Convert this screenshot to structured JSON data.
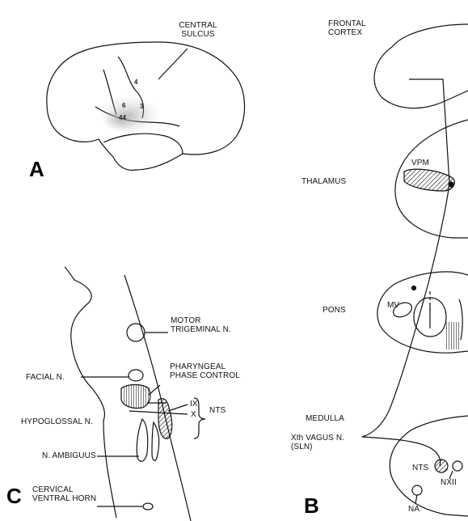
{
  "panel_a": {
    "letter": "A",
    "central_sulcus": "CENTRAL\nSULCUS",
    "areas": [
      "4",
      "6",
      "3",
      "44"
    ]
  },
  "panel_b": {
    "letter": "B",
    "frontal_cortex": "FRONTAL\nCORTEX",
    "thalamus": "THALAMUS",
    "vpm": "VPM",
    "pons": "PONS",
    "mv": "MV",
    "medulla": "MEDULLA",
    "vagus": "Xth VAGUS N.\n(SLN)",
    "nts": "NTS",
    "nxii": "NXII",
    "na": "NA"
  },
  "panel_c": {
    "letter": "C",
    "motor_trigeminal": "MOTOR\nTRIGEMINAL N.",
    "pharyngeal": "PHARYNGEAL\nPHASE CONTROL",
    "facial": "FACIAL N.",
    "ix": "IX",
    "x": "X",
    "nts": "NTS",
    "hypoglossal": "HYPOGLOSSAL N.",
    "ambiguus": "N. AMBIGUUS",
    "cervical": "CERVICAL\nVENTRAL HORN"
  }
}
